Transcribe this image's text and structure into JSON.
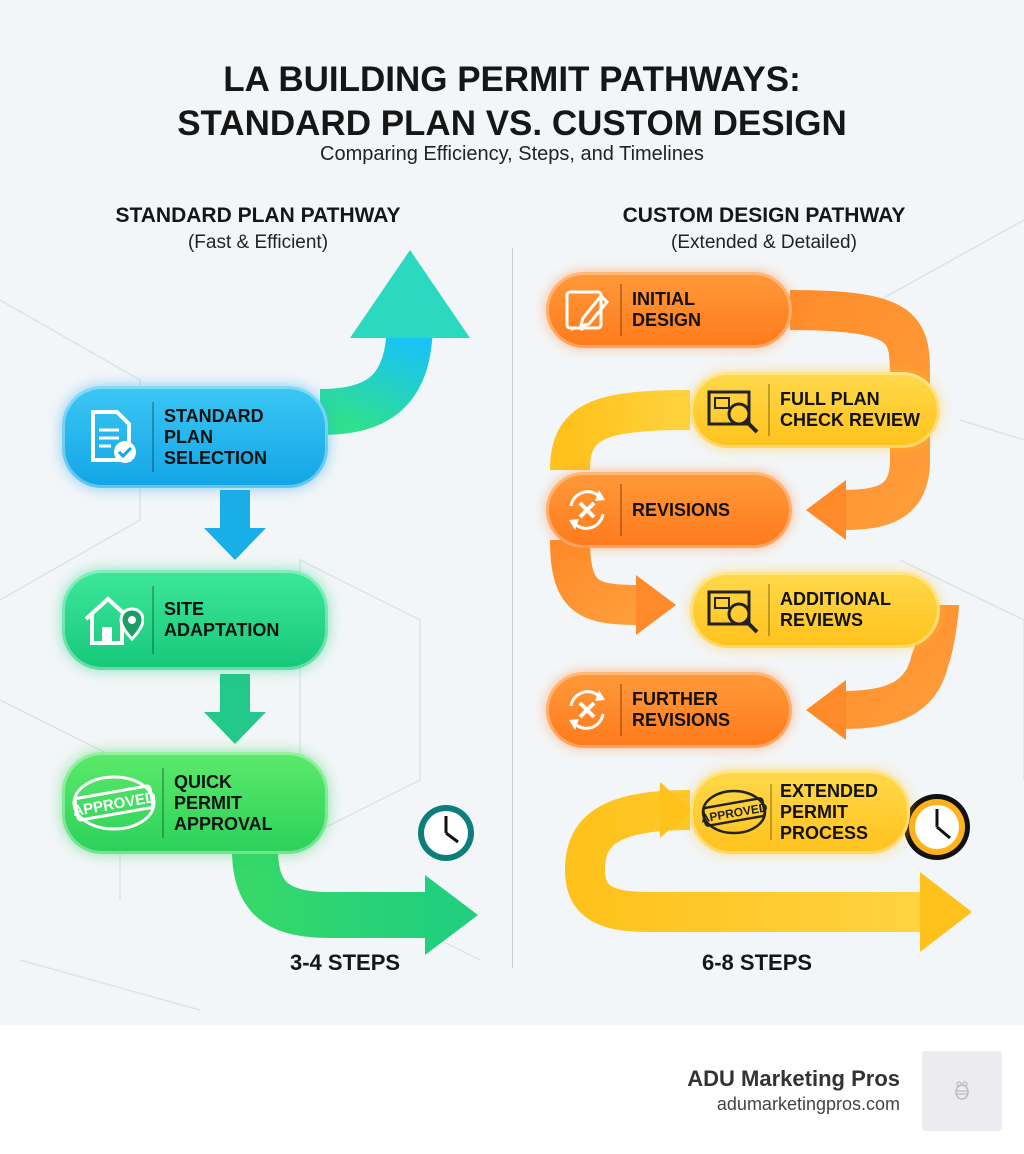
{
  "header": {
    "title_line1": "LA BUILDING PERMIT PATHWAYS:",
    "title_line2": "STANDARD PLAN VS. CUSTOM DESIGN",
    "subtitle": "Comparing Efficiency, Steps, and Timelines"
  },
  "standard": {
    "heading": "STANDARD PLAN PATHWAY",
    "subheading": "(Fast & Efficient)",
    "steps": [
      {
        "label": "STANDARD PLAN SELECTION",
        "icon": "document-check-icon",
        "color": "#1fb3ec"
      },
      {
        "label": "SITE ADAPTATION",
        "icon": "house-location-icon",
        "color": "#22d487"
      },
      {
        "label": "QUICK PERMIT APPROVAL",
        "icon": "approved-stamp-icon",
        "color": "#3ada62"
      }
    ],
    "step_count": "3-4 STEPS",
    "approved_stamp": "APPROVED"
  },
  "custom": {
    "heading": "CUSTOM DESIGN PATHWAY",
    "subheading": "(Extended & Detailed)",
    "steps": [
      {
        "label": "INITIAL DESIGN",
        "icon": "pencil-edit-icon",
        "color": "#ff8a2a"
      },
      {
        "label": "FULL PLAN CHECK REVIEW",
        "icon": "blueprint-magnifier-icon",
        "color": "#ffcc2e"
      },
      {
        "label": "REVISIONS",
        "icon": "revision-cycle-icon",
        "color": "#ff8a2a"
      },
      {
        "label": "ADDITIONAL REVIEWS",
        "icon": "blueprint-magnifier-icon",
        "color": "#ffcc2e"
      },
      {
        "label": "FURTHER REVISIONS",
        "icon": "revision-cycle-icon",
        "color": "#ff8a2a"
      },
      {
        "label": "EXTENDED PERMIT PROCESS",
        "icon": "approved-stamp-icon",
        "color": "#ffcc2e"
      }
    ],
    "step_count": "6-8 STEPS",
    "approved_stamp": "APPROVED"
  },
  "footer": {
    "brand_name": "ADU Marketing Pros",
    "brand_url": "adumarketingpros.com"
  }
}
